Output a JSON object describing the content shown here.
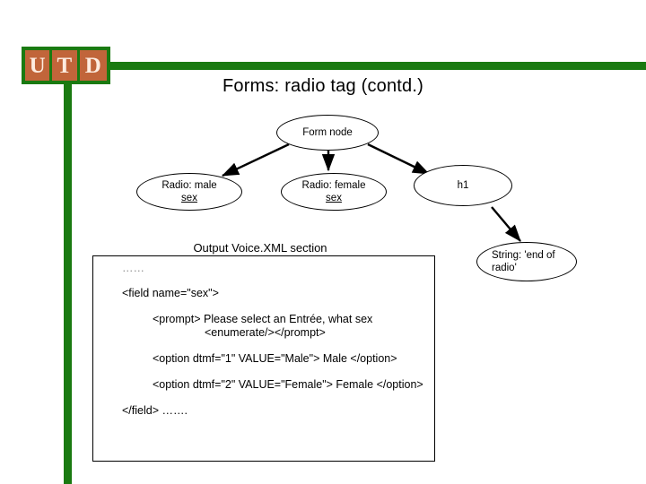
{
  "brand": {
    "logo_letters": [
      "U",
      "T",
      "D"
    ],
    "bar_color": "#1a7a11",
    "logo_block_color": "#c1653a",
    "logo_letter_color": "#fdece0"
  },
  "title": "Forms: radio tag (contd.)",
  "diagram": {
    "nodes": [
      {
        "id": "form",
        "label": "Form node"
      },
      {
        "id": "radio-male",
        "label_main": "Radio: male",
        "label_underline": "sex"
      },
      {
        "id": "radio-female",
        "label_main": "Radio: female",
        "label_underline": "sex"
      },
      {
        "id": "h1",
        "label": "h1"
      },
      {
        "id": "string",
        "label": "String: 'end of radio'"
      }
    ],
    "edges": [
      {
        "from": "form",
        "to": "radio-male"
      },
      {
        "from": "form",
        "to": "radio-female"
      },
      {
        "from": "form",
        "to": "h1"
      },
      {
        "from": "h1",
        "to": "string"
      }
    ]
  },
  "output": {
    "heading": "Output Voice.XML section",
    "code_lines": [
      "……",
      "<field name=\"sex\">",
      "<prompt> Please select an Entrée, what sex <enumerate/></prompt>",
      "<option dtmf=\"1\" VALUE=\"Male\"> Male </option>",
      "<option dtmf=\"2\" VALUE=\"Female\"> Female </option>",
      "</field> ……."
    ]
  }
}
